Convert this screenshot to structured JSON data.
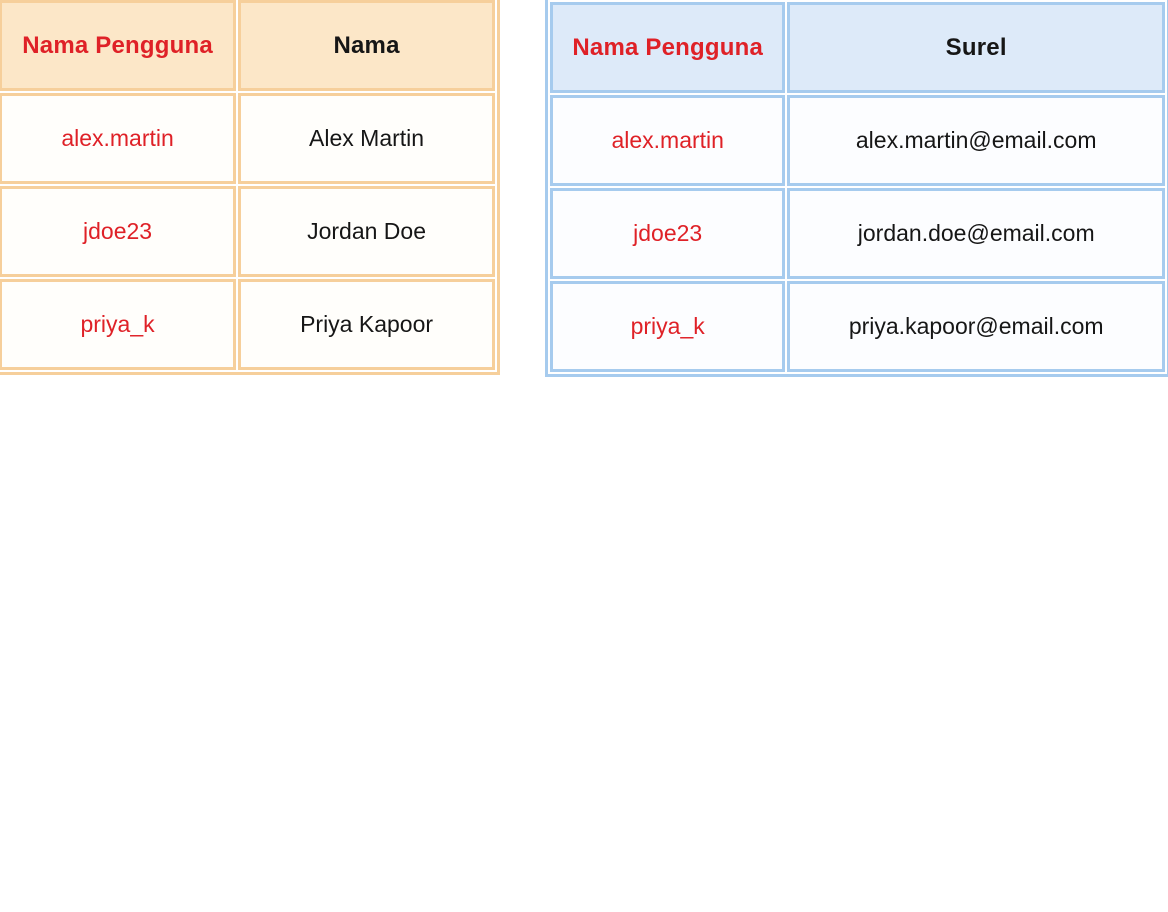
{
  "page": {
    "background_color": "#FFFFFF"
  },
  "chart_data": [
    {
      "type": "table",
      "name": "usernames-and-names",
      "columns": [
        "Nama Pengguna",
        "Nama"
      ],
      "rows": [
        [
          "alex.martin",
          "Alex Martin"
        ],
        [
          "jdoe23",
          "Jordan Doe"
        ],
        [
          "priya_k",
          "Priya Kapoor"
        ]
      ],
      "accent_column_index": 0,
      "style": {
        "border_color": "#F6CF9B",
        "header_bg": "#FCE7C8",
        "cell_bg": "#FFFEFB",
        "accent_text": "#DF2127",
        "dark_text": "#161616"
      }
    },
    {
      "type": "table",
      "name": "usernames-and-emails",
      "columns": [
        "Nama Pengguna",
        "Surel"
      ],
      "rows": [
        [
          "alex.martin",
          "alex.martin@email.com"
        ],
        [
          "jdoe23",
          "jordan.doe@email.com"
        ],
        [
          "priya_k",
          "priya.kapoor@email.com"
        ]
      ],
      "accent_column_index": 0,
      "style": {
        "border_color": "#A6CBEE",
        "header_bg": "#DDEAF9",
        "cell_bg": "#FCFDFF",
        "accent_text": "#DF2127",
        "dark_text": "#161616"
      }
    }
  ]
}
